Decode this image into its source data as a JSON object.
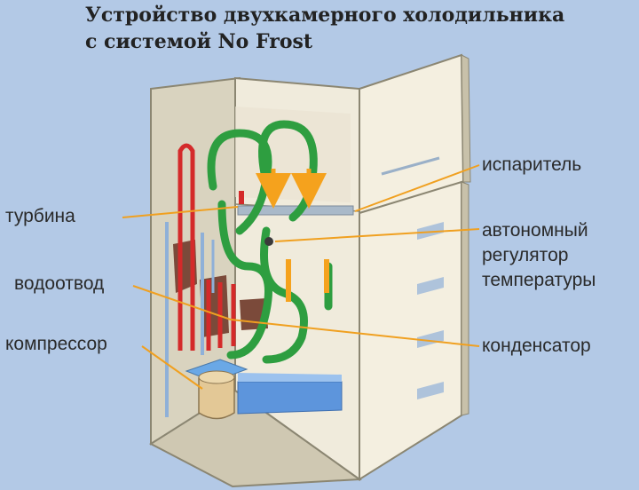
{
  "title": {
    "line1": "Устройство двухкамерного холодильника",
    "line2": "с системой No Frost"
  },
  "labels": {
    "turbina": "турбина",
    "vodootvod": "водоотвод",
    "kompressor": "компрессор",
    "isparitel": "испаритель",
    "regulator_1": "автономный",
    "regulator_2": "регулятор",
    "regulator_3": "температуры",
    "kondensator": "конденсатор"
  },
  "colors": {
    "background": "#b3c9e6",
    "leader_line": "#f0a020",
    "airflow": "#2e9e40",
    "refrigerant_hot": "#d42a2a",
    "cabinet": "#efeadb"
  }
}
